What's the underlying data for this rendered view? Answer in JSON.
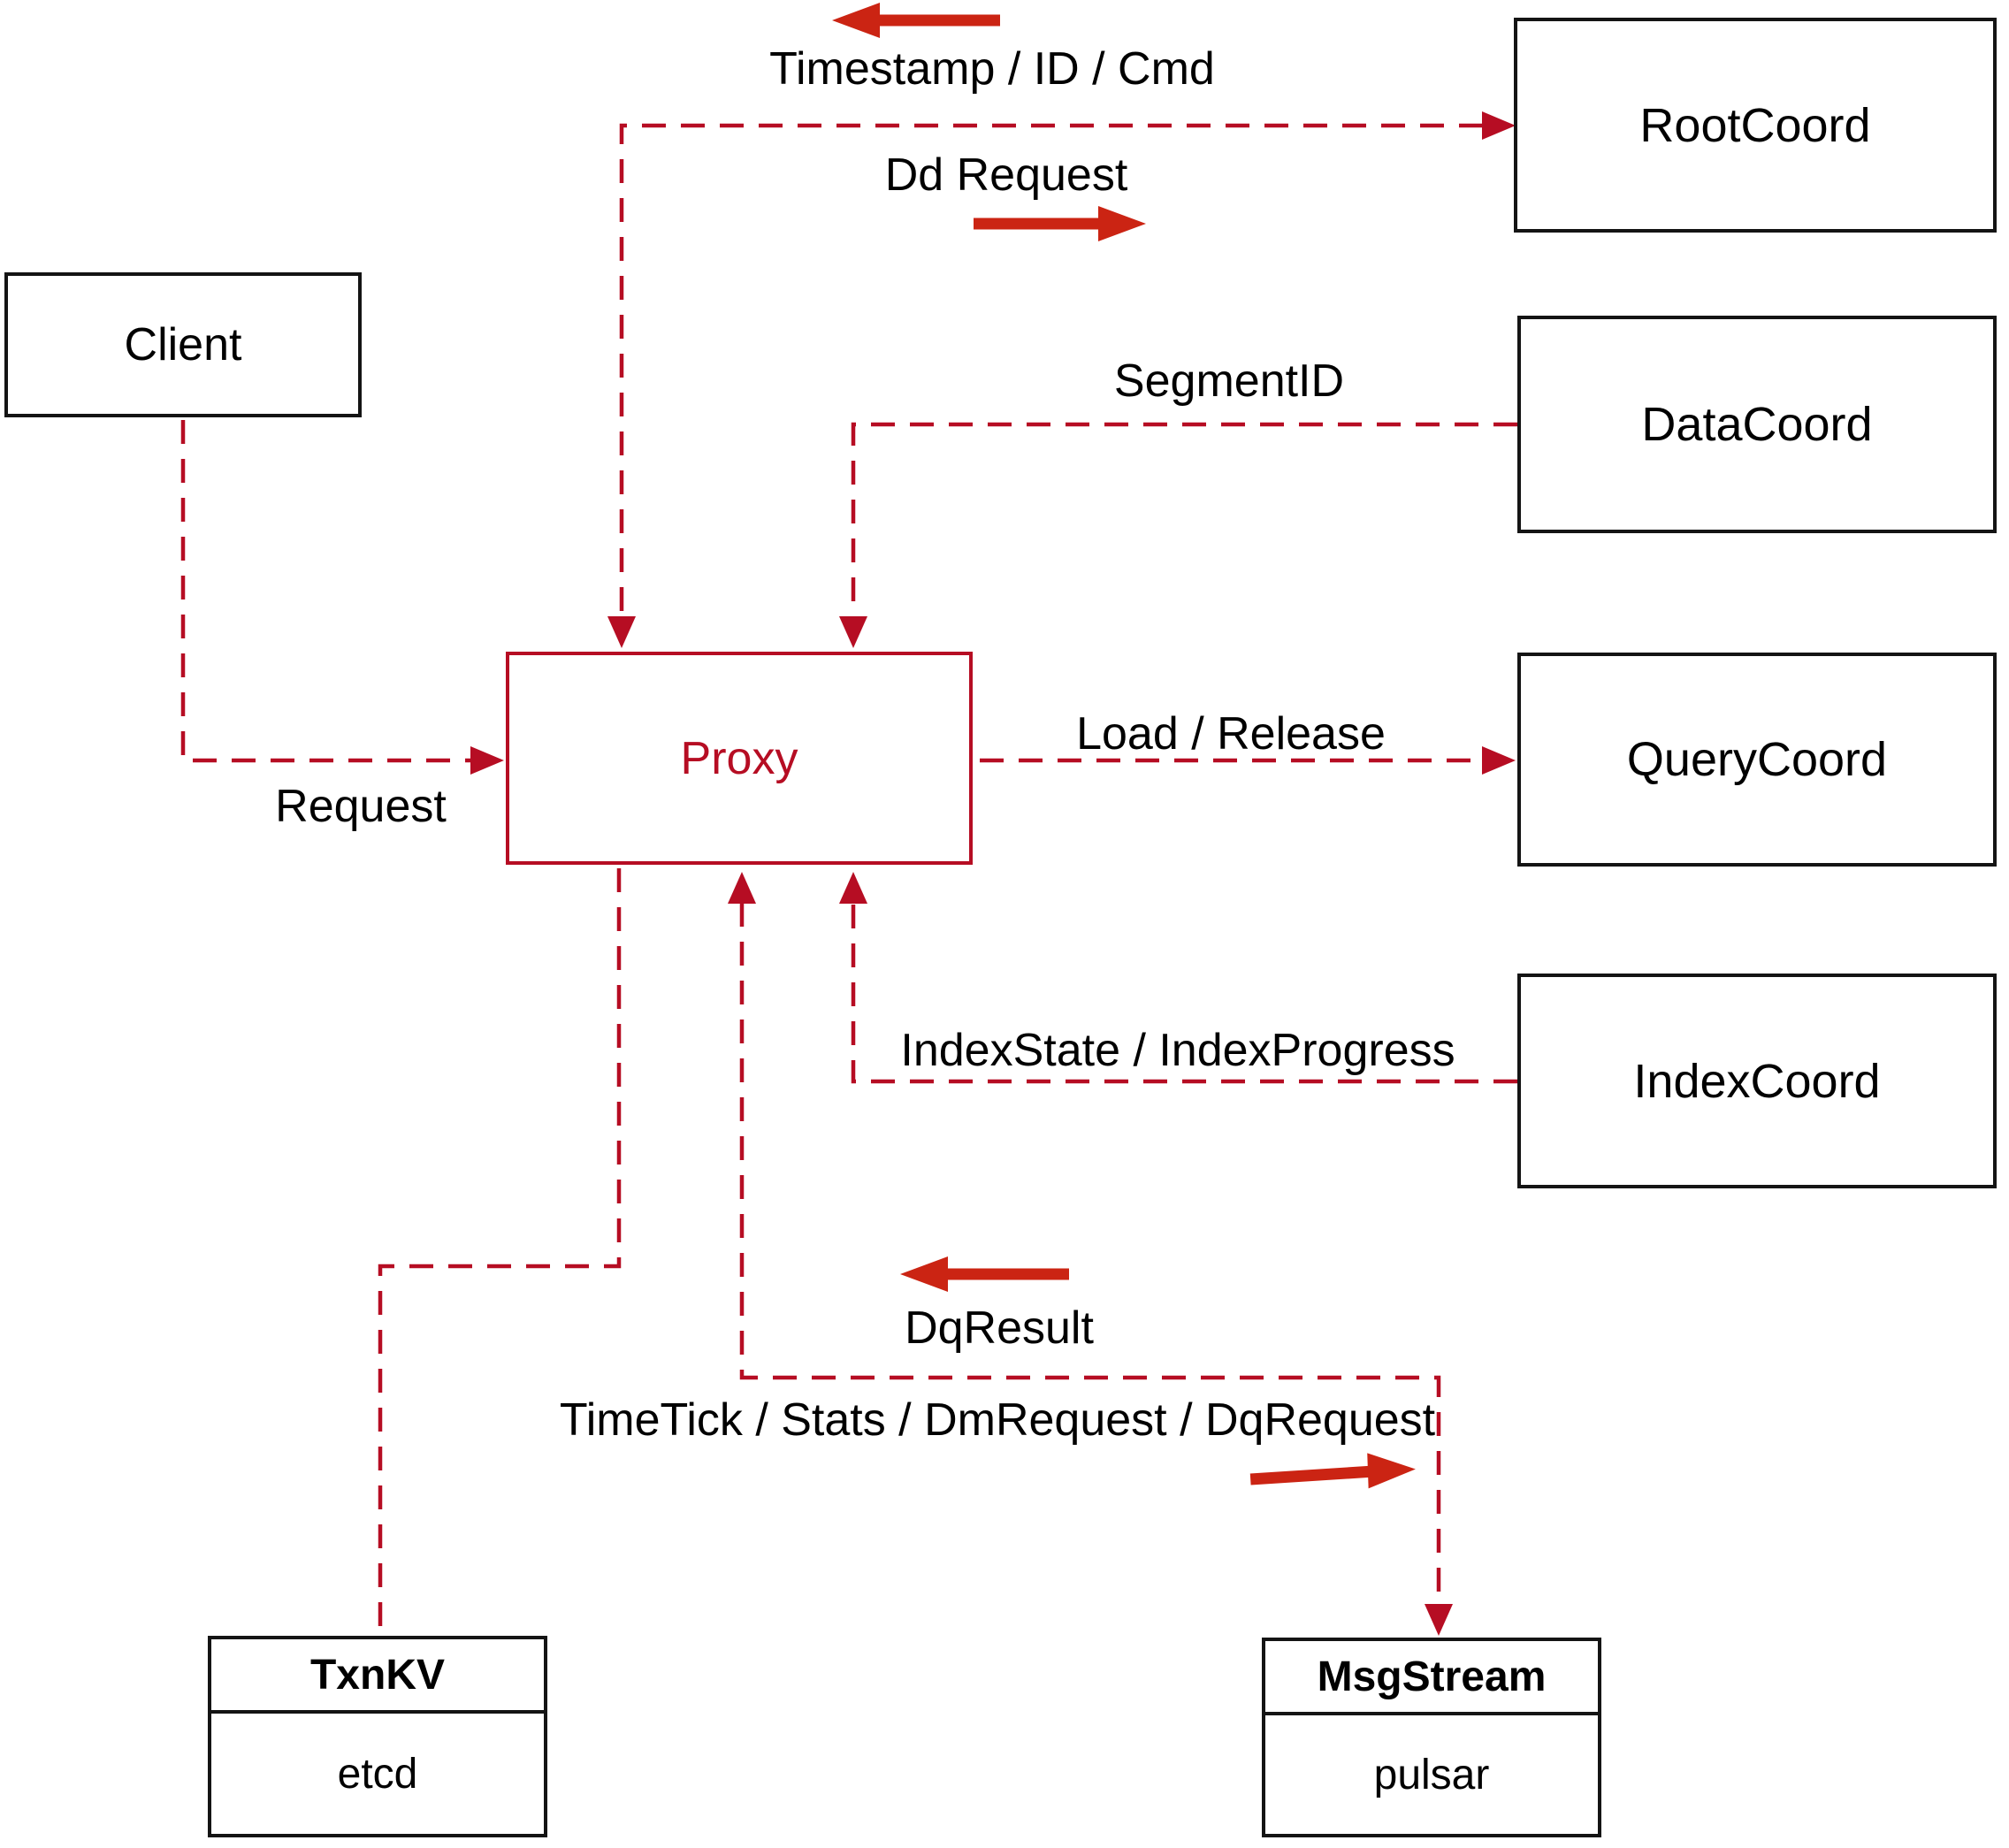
{
  "nodes": {
    "client": {
      "label": "Client"
    },
    "root_coord": {
      "label": "RootCoord"
    },
    "data_coord": {
      "label": "DataCoord"
    },
    "query_coord": {
      "label": "QueryCoord"
    },
    "index_coord": {
      "label": "IndexCoord"
    },
    "proxy": {
      "label": "Proxy"
    },
    "txn_kv": {
      "title": "TxnKV",
      "impl": "etcd"
    },
    "msg_stream": {
      "title": "MsgStream",
      "impl": "pulsar"
    }
  },
  "edge_labels": {
    "timestamp": "Timestamp / ID / Cmd",
    "dd_request": "Dd Request",
    "segment_id": "SegmentID",
    "request": "Request",
    "load_release": "Load / Release",
    "index_state": "IndexState / IndexProgress",
    "dq_result": "DqResult",
    "timetick": "TimeTick / Stats / DmRequest / DqRequest"
  },
  "colors": {
    "dashed_line": "#b60d23",
    "solid_arrow": "#cb2413",
    "box_border": "#141414",
    "proxy_accent": "#b60d23",
    "background": "#ffffff",
    "text": "#000000"
  }
}
